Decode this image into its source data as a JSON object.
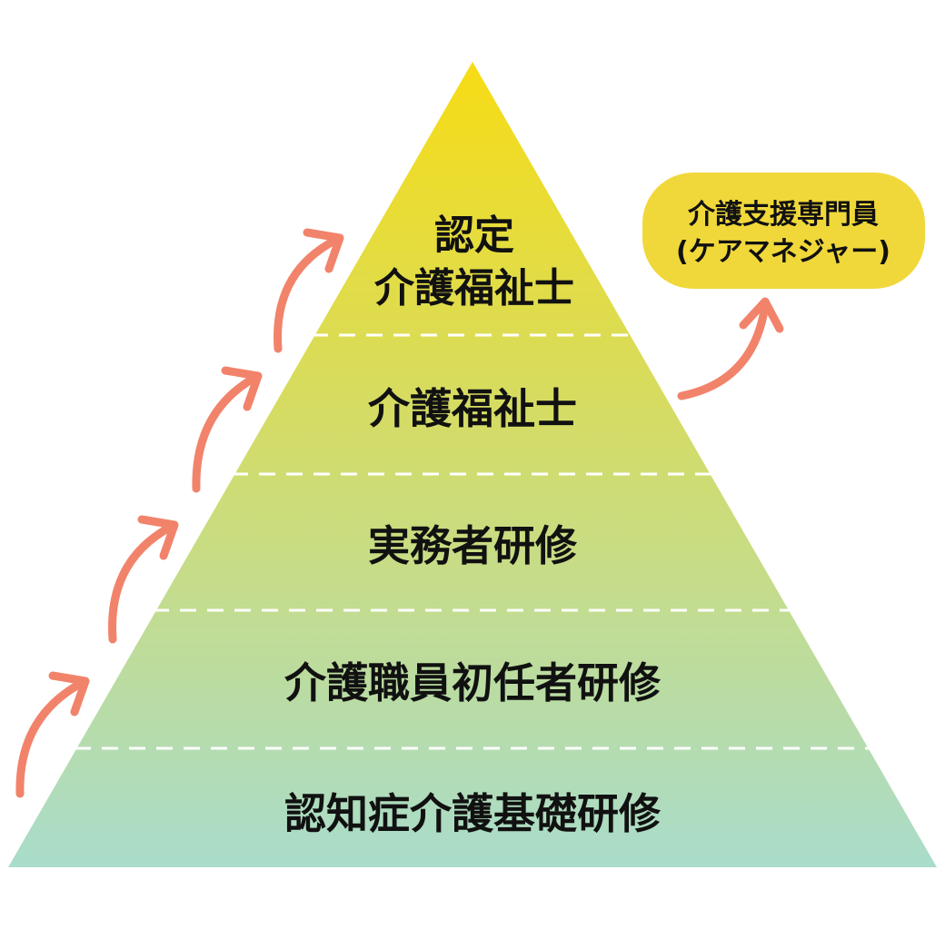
{
  "pyramid": {
    "levels": [
      {
        "lines": [
          "認定",
          "介護福祉士"
        ]
      },
      {
        "lines": [
          "介護福祉士"
        ]
      },
      {
        "lines": [
          "実務者研修"
        ]
      },
      {
        "lines": [
          "介護職員初任者研修"
        ]
      },
      {
        "lines": [
          "認知症介護基礎研修"
        ]
      }
    ]
  },
  "callout": {
    "line1": "介護支援専門員",
    "line2": "(ケアマネジャー)"
  },
  "colors": {
    "top": "#f7dc14",
    "bottom": "#a9dccb",
    "arrow": "#f2836b",
    "callout_bg": "#f1d83a",
    "divider": "#ffffff",
    "text": "#111111"
  }
}
